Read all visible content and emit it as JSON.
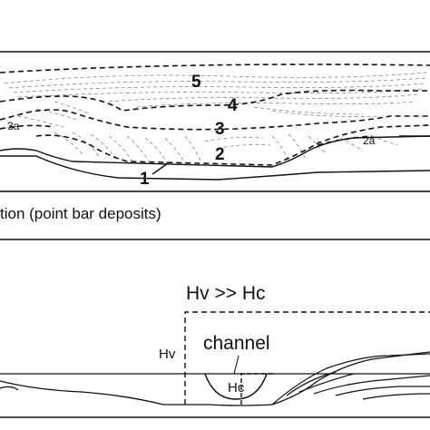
{
  "upper_panel": {
    "caption": "tion (point bar deposits)",
    "unit_labels": {
      "u1": "1",
      "u2": "2",
      "u2a": "2a",
      "u3": "3",
      "u3a": "3a",
      "u4": "4",
      "u5": "5"
    }
  },
  "lower_panel": {
    "relation": "Hv >> Hc",
    "channel_label": "channel",
    "hv_label": "Hv",
    "hc_label": "Hc"
  }
}
